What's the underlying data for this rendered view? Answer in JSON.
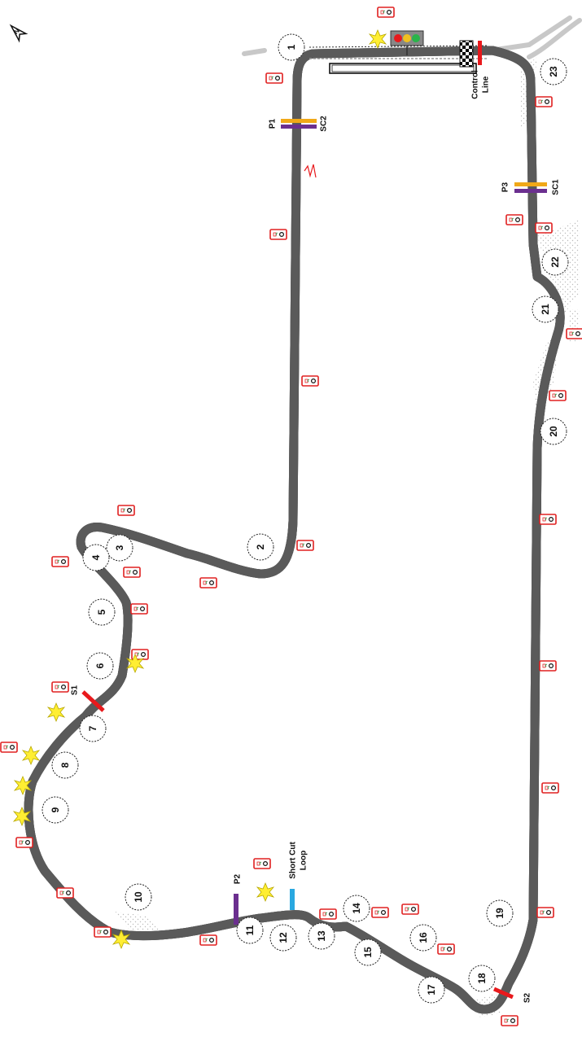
{
  "colors": {
    "track_surface": "#c9c9bf",
    "track_edge": "#5a5a5a",
    "track_line": "#e8d878",
    "sector_marker": "#e8191c",
    "pit_marker_purple": "#6b2f8f",
    "pit_marker_orange": "#f0a818",
    "shortcut_marker": "#29a8e0",
    "post_border": "#e02020",
    "star_fill": "#ffee33"
  },
  "turns": [
    "1",
    "2",
    "3",
    "4",
    "5",
    "6",
    "7",
    "8",
    "9",
    "10",
    "11",
    "12",
    "13",
    "14",
    "15",
    "16",
    "17",
    "18",
    "19",
    "20",
    "21",
    "22",
    "23"
  ],
  "labels": {
    "control_line_1": "Control",
    "control_line_2": "Line",
    "s1": "S1",
    "s2": "S2",
    "p1": "P1",
    "p2": "P2",
    "p3": "P3",
    "sc1": "SC1",
    "sc2": "SC2",
    "shortcut_1": "Short Cut",
    "shortcut_2": "Loop"
  },
  "icons": {
    "compass": "compass-north-icon",
    "flag_post": "marshal-post-icon",
    "star": "incident-star-icon",
    "traffic_light": "start-lights-icon",
    "checkered": "checkered-flag-icon"
  }
}
